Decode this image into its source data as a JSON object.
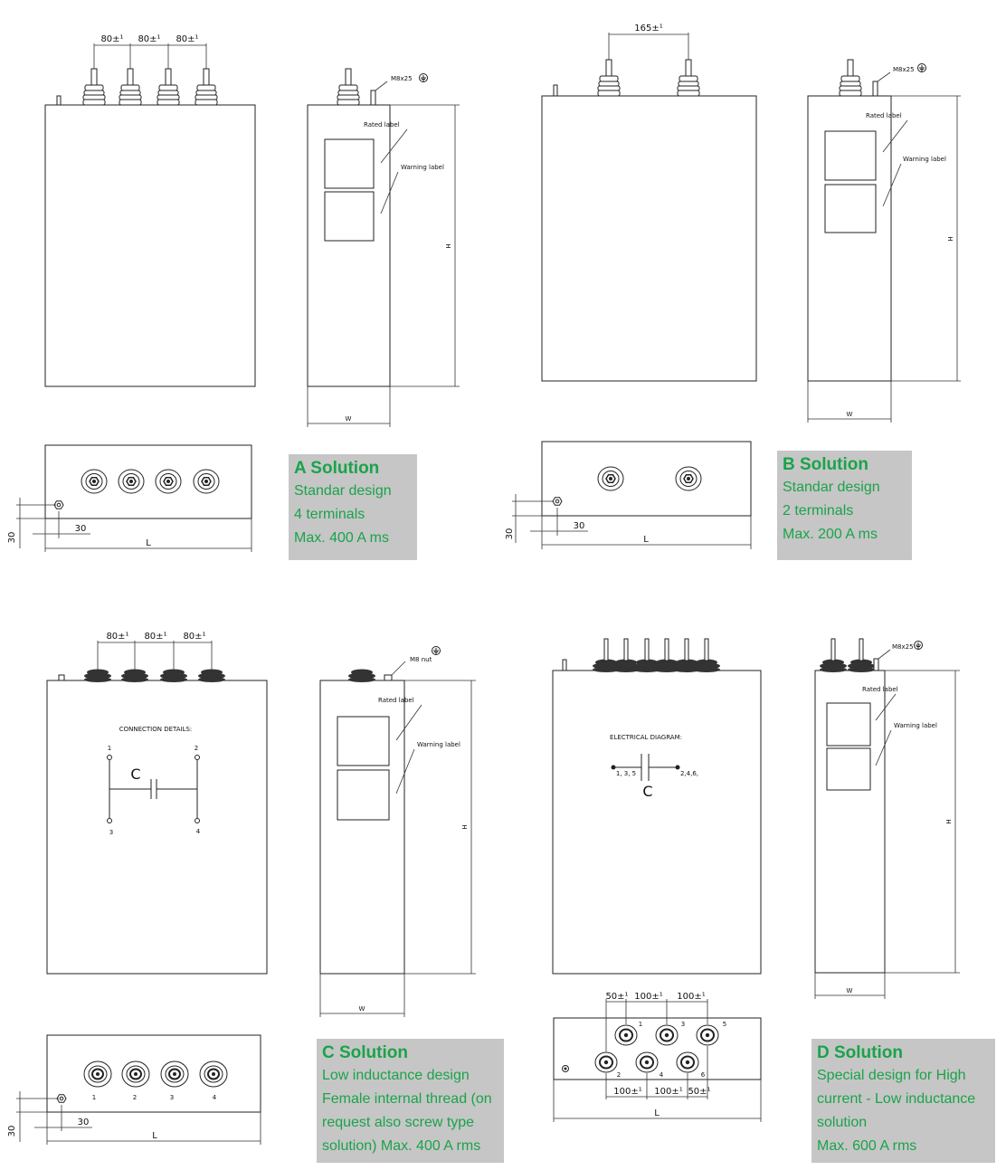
{
  "colors": {
    "title": "#1aa34a",
    "body": "#1aa34a",
    "box": "#c6c6c6",
    "line": "#222222"
  },
  "diagram": {
    "a": {
      "pitch1": "80±¹",
      "pitch2": "80±¹",
      "pitch3": "80±¹",
      "bolt": "M8x25",
      "rated": "Rated label",
      "warning": "Warning label",
      "h": "H",
      "w": "W",
      "d30a": "30",
      "d30b": "30",
      "l": "L"
    },
    "b": {
      "pitch": "165±¹",
      "bolt": "M8x25",
      "rated": "Rated label",
      "warning": "Warning label",
      "h": "H",
      "w": "W",
      "d30a": "30",
      "d30b": "30",
      "l": "L"
    },
    "c": {
      "pitch1": "80±¹",
      "pitch2": "80±¹",
      "pitch3": "80±¹",
      "bolt": "M8 nut",
      "rated": "Rated label",
      "warning": "Warning label",
      "h": "H",
      "w": "W",
      "d30a": "30",
      "d30b": "30",
      "l": "L",
      "conn_title": "CONNECTION DETAILS:",
      "cap": "C",
      "n1": "1",
      "n2": "2",
      "n3": "3",
      "n4": "4",
      "t1": "1",
      "t2": "2",
      "t3": "3",
      "t4": "4"
    },
    "d": {
      "bolt": "M8x25",
      "rated": "Rated label",
      "warning": "Warning label",
      "h": "H",
      "w": "W",
      "l": "L",
      "elec_title": "ELECTRICAL DIAGRAM:",
      "left_nodes": "1, 3, 5",
      "right_nodes": "2,4,6,",
      "cap": "C",
      "top50": "50±¹",
      "top100a": "100±¹",
      "top100b": "100±¹",
      "bot100a": "100±¹",
      "bot100b": "100±¹",
      "bot50": "50±¹",
      "t1": "1",
      "t2": "2",
      "t3": "3",
      "t4": "4",
      "t5": "5",
      "t6": "6"
    }
  },
  "solutions": [
    {
      "title": "A Solution",
      "lines": [
        "Standar design",
        "4 terminals",
        "Max. 400 A ms"
      ]
    },
    {
      "title": "B Solution",
      "lines": [
        "Standar design",
        "2 terminals",
        "Max. 200 A ms"
      ]
    },
    {
      "title": "C Solution",
      "lines": [
        "Low inductance design",
        "Female internal thread (on",
        "request also screw type",
        "solution) Max. 400 A rms"
      ]
    },
    {
      "title": "D Solution",
      "lines": [
        "Special design for High",
        "current - Low inductance",
        "solution",
        "Max. 600 A rms"
      ]
    }
  ]
}
